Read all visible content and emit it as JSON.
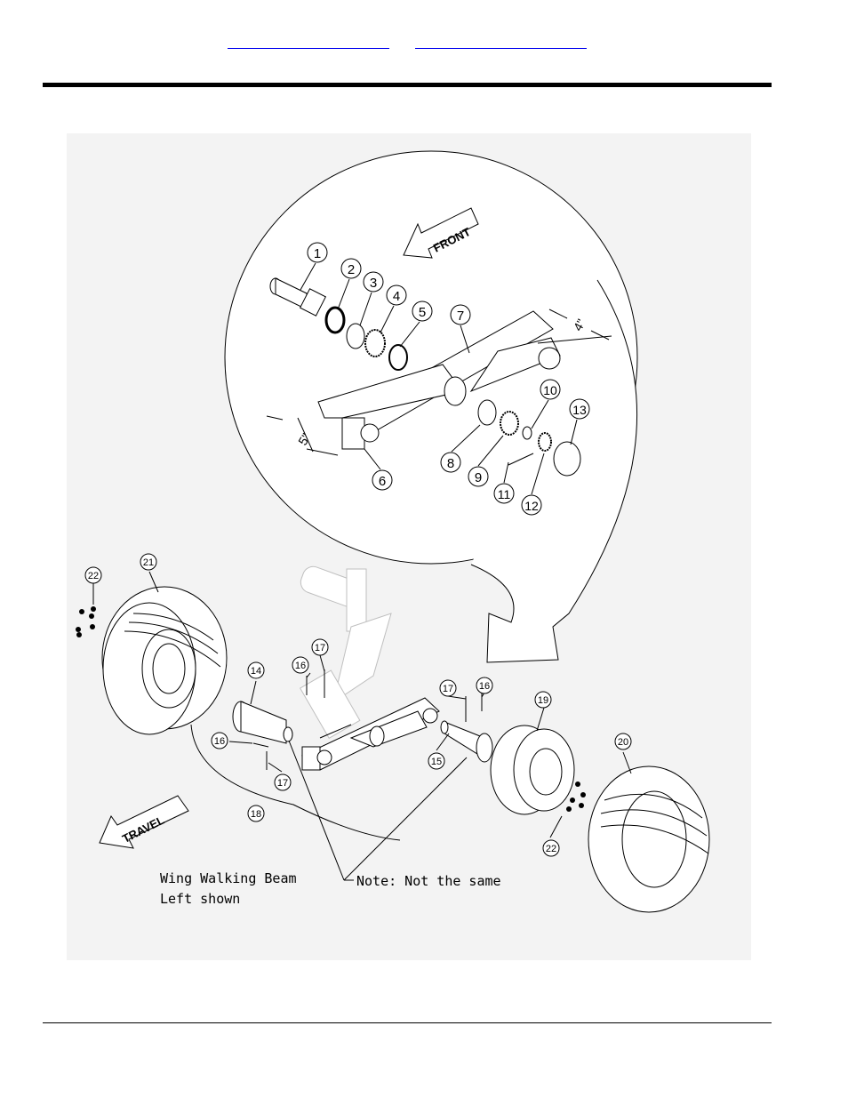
{
  "header": {
    "link_1": "",
    "link_2": ""
  },
  "diagram": {
    "front_arrow": "FRONT",
    "travel_arrow": "TRAVEL",
    "dim_4": "4\"",
    "dim_5": "5\"",
    "caption_line1": "Wing Walking Beam",
    "caption_line2": "Left shown",
    "note": "Note: Not the same",
    "callouts": [
      {
        "id": "1",
        "label": "1"
      },
      {
        "id": "2",
        "label": "2"
      },
      {
        "id": "3",
        "label": "3"
      },
      {
        "id": "4",
        "label": "4"
      },
      {
        "id": "5",
        "label": "5"
      },
      {
        "id": "6",
        "label": "6"
      },
      {
        "id": "7",
        "label": "7"
      },
      {
        "id": "8",
        "label": "8"
      },
      {
        "id": "9",
        "label": "9"
      },
      {
        "id": "10",
        "label": "10"
      },
      {
        "id": "11",
        "label": "11"
      },
      {
        "id": "12",
        "label": "12"
      },
      {
        "id": "13",
        "label": "13"
      },
      {
        "id": "14",
        "label": "14"
      },
      {
        "id": "15",
        "label": "15"
      },
      {
        "id": "16a",
        "label": "16"
      },
      {
        "id": "16b",
        "label": "16"
      },
      {
        "id": "16c",
        "label": "16"
      },
      {
        "id": "17a",
        "label": "17"
      },
      {
        "id": "17b",
        "label": "17"
      },
      {
        "id": "17c",
        "label": "17"
      },
      {
        "id": "18",
        "label": "18"
      },
      {
        "id": "19",
        "label": "19"
      },
      {
        "id": "20",
        "label": "20"
      },
      {
        "id": "21",
        "label": "21"
      },
      {
        "id": "22a",
        "label": "22"
      },
      {
        "id": "22b",
        "label": "22"
      }
    ]
  }
}
